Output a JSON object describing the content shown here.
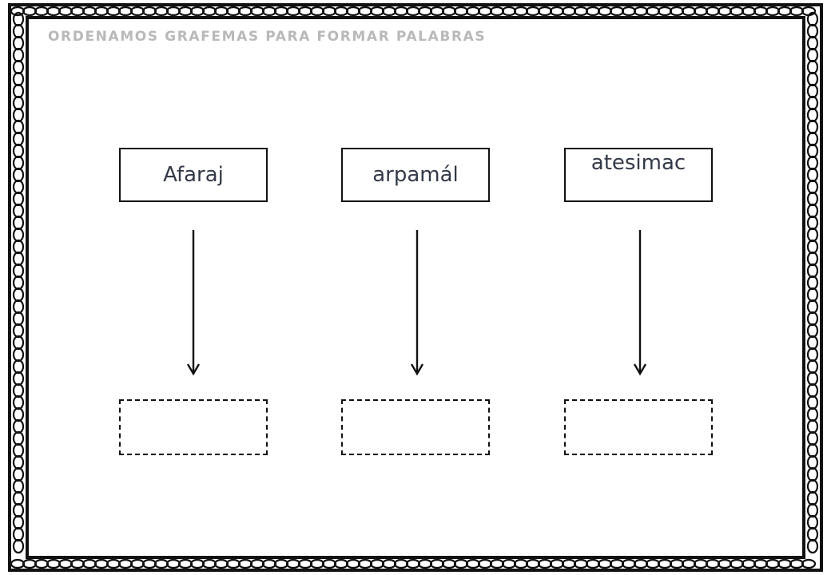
{
  "worksheet": {
    "title": "ORDENAMOS GRAFEMAS PARA FORMAR PALABRAS"
  },
  "items": [
    {
      "scrambled_word": "Afaraj",
      "answer": ""
    },
    {
      "scrambled_word": "arpamál",
      "answer": ""
    },
    {
      "scrambled_word": "atesimac",
      "answer": ""
    }
  ],
  "colors": {
    "border": "#111111",
    "title": "#b9b9b9",
    "word_text": "#333a48"
  }
}
